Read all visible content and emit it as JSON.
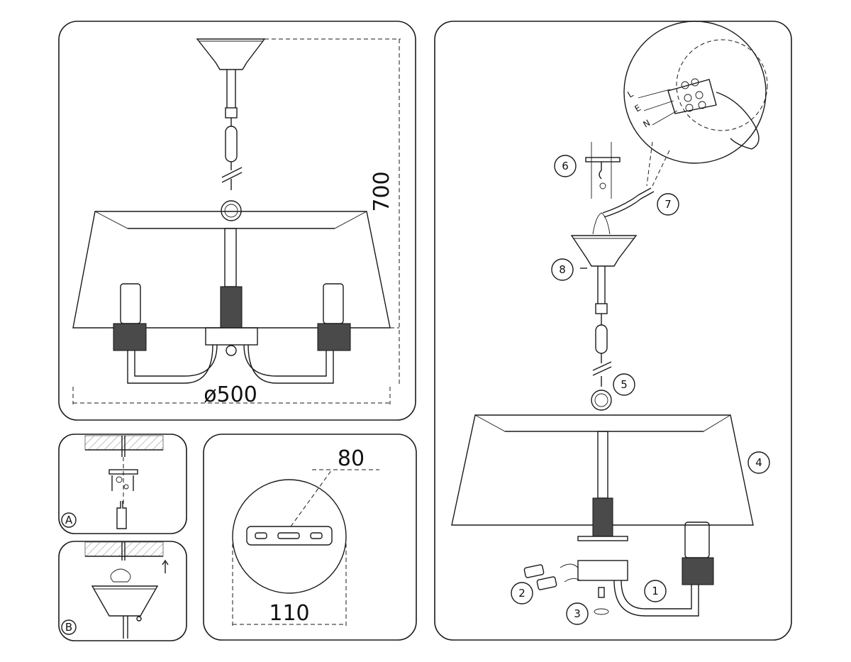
{
  "dimensions": {
    "height": "700",
    "diameter": "ø500",
    "canopy_height": "80",
    "canopy_width": "110"
  },
  "callouts": [
    "1",
    "2",
    "3",
    "4",
    "5",
    "6",
    "7",
    "8"
  ],
  "steps": [
    "A",
    "B"
  ],
  "wiring_labels": [
    "L",
    "E",
    "N"
  ]
}
